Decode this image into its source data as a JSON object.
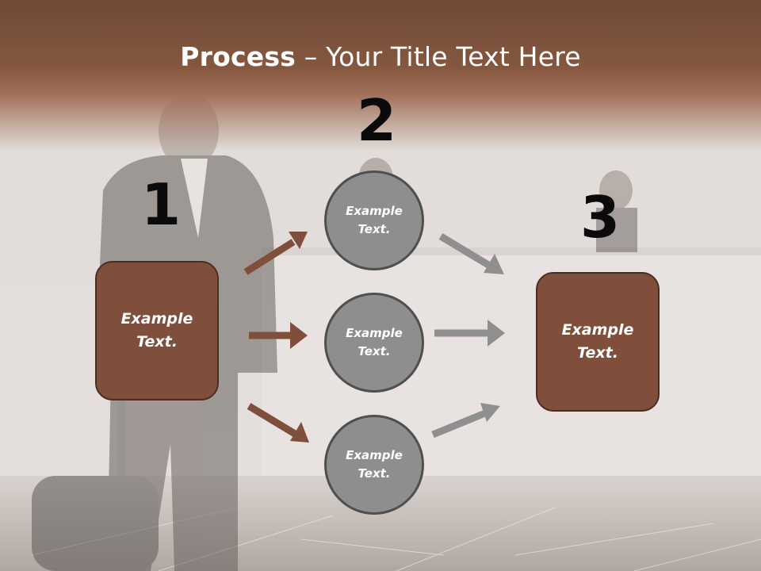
{
  "title": {
    "bold": "Process",
    "rest": " – Your Title Text Here"
  },
  "steps": {
    "one": "1",
    "two": "2",
    "three": "3"
  },
  "left_box": {
    "label": "Example\nText."
  },
  "right_box": {
    "label": "Example\nText."
  },
  "circles": [
    {
      "label": "Example\nText."
    },
    {
      "label": "Example\nText."
    },
    {
      "label": "Example\nText."
    }
  ],
  "colors": {
    "brown_arrow": "#7f4f3c",
    "gray_arrow": "#8f8f8f",
    "box_fill": "#7f4f3c",
    "circle_fill": "#8e8e8e"
  }
}
